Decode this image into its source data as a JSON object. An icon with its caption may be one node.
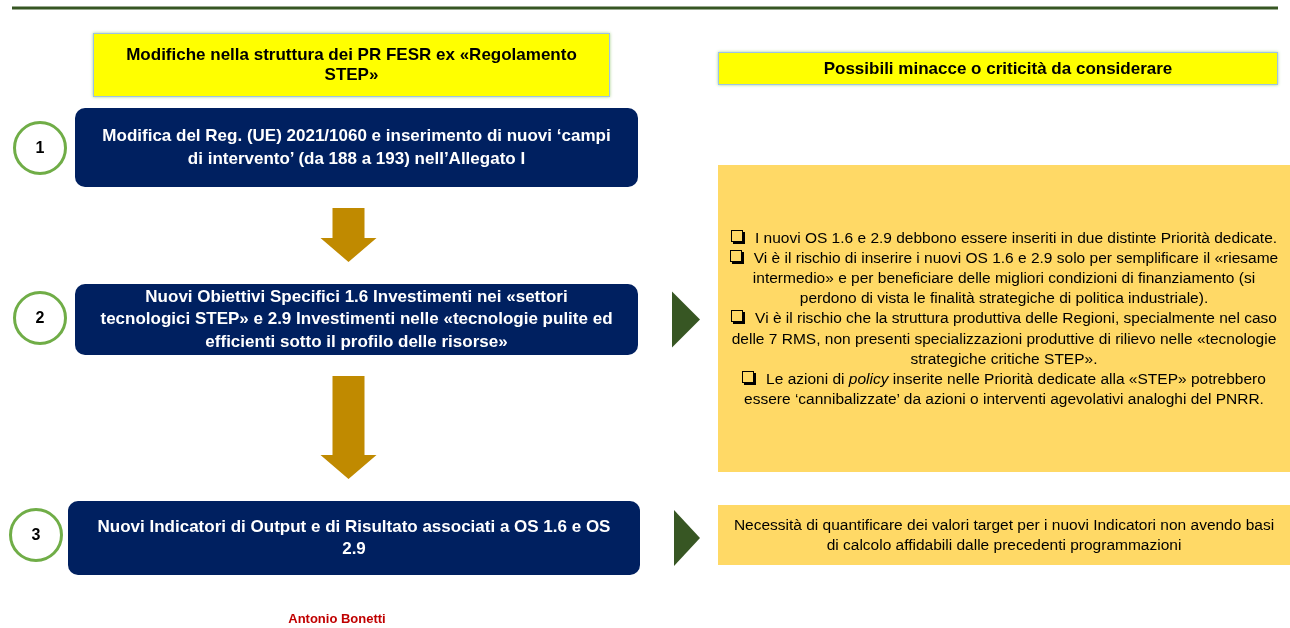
{
  "diagram": {
    "nodes": [
      {
        "text": [
          "Modifiche nella struttura dei PR FESR ex «Regolamento STEP»"
        ]
      },
      {
        "text": [
          "Possibili minacce o criticità da considerare"
        ]
      },
      {
        "text": [
          "1"
        ]
      },
      {
        "text": [
          "Modifica del Reg. (UE) 2021/1060 e inserimento di nuovi ‘campi di intervento’ (da 188 a 193) nell’Allegato I"
        ]
      },
      {
        "text": [
          "2"
        ]
      },
      {
        "text": [
          "Nuovi Obiettivi Specifici 1.6 Investimenti nei «settori tecnologici STEP» e 2.9 Investimenti nelle «tecnologie pulite ed efficienti sotto il profilo delle risorse»"
        ]
      },
      {
        "text": [
          "3"
        ]
      },
      {
        "text": [
          "Nuovi Indicatori di Output e di Risultato associati a OS 1.6 e OS 2.9"
        ]
      },
      {
        "text": [
          "I nuovi OS 1.6 e 2.9 debbono essere inseriti in due distinte Priorità dedicate.",
          "Vi è il rischio di inserire i nuovi OS 1.6 e 2.9 solo per semplificare il «riesame intermedio» e per beneficiare delle migliori condizioni di finanziamento (si perdono di vista le finalità strategiche di politica industriale).",
          "Vi è il rischio che la struttura produttiva delle Regioni, specialmente nel caso delle 7 RMS, non presenti specializzazioni produttive di rilievo nelle «tecnologie strategiche critiche STEP».",
          "Le azioni di *policy* inserite nelle Priorità dedicate alla «STEP» potrebbero essere ‘cannibalizzate’ da azioni o interventi agevolativi analoghi del PNRR."
        ]
      },
      {
        "text": [
          "Necessità di quantificare dei valori target per i nuovi Indicatori non avendo basi di calcolo affidabili dalle precedenti programmazioni"
        ]
      }
    ],
    "edges": [
      {
        "from": 3,
        "to": 5,
        "arrow": "to",
        "style": "thick",
        "color": "#c08a00"
      },
      {
        "from": 5,
        "to": 7,
        "arrow": "to",
        "style": "thick",
        "color": "#c08a00"
      },
      {
        "from": 5,
        "to": 8,
        "arrow": "to",
        "color": "#375623"
      },
      {
        "from": 7,
        "to": 9,
        "arrow": "to",
        "color": "#375623"
      }
    ],
    "labels": [
      "Antonio Bonetti"
    ]
  }
}
